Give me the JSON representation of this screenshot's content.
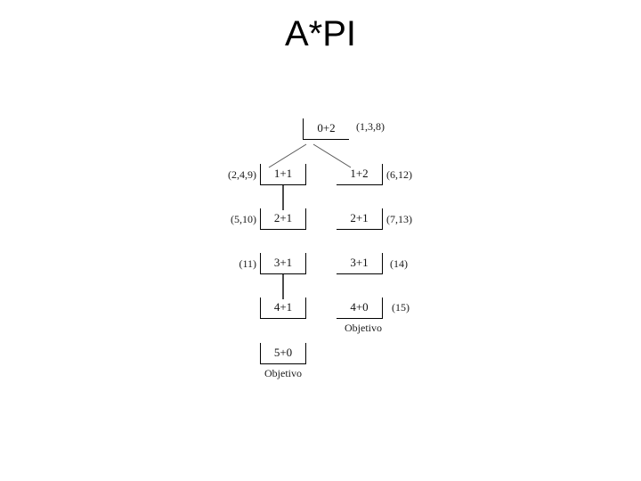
{
  "slide": {
    "title": "A*PI"
  },
  "diagram": {
    "type": "search-tree",
    "goal_label": "Objetivo",
    "nodes": [
      {
        "id": "root",
        "label": "0+2",
        "cost": "(1,3,8)",
        "cost_side": "right",
        "column": "root",
        "goal": false
      },
      {
        "id": "l1",
        "label": "1+1",
        "cost": "(2,4,9)",
        "cost_side": "left",
        "column": "left",
        "goal": false
      },
      {
        "id": "r1",
        "label": "1+2",
        "cost": "(6,12)",
        "cost_side": "right",
        "column": "right",
        "goal": false
      },
      {
        "id": "l2",
        "label": "2+1",
        "cost": "(5,10)",
        "cost_side": "left",
        "column": "left",
        "goal": false
      },
      {
        "id": "r2",
        "label": "2+1",
        "cost": "(7,13)",
        "cost_side": "right",
        "column": "right",
        "goal": false
      },
      {
        "id": "l3",
        "label": "3+1",
        "cost": "(11)",
        "cost_side": "left",
        "column": "left",
        "goal": false
      },
      {
        "id": "r3",
        "label": "3+1",
        "cost": "(14)",
        "cost_side": "right",
        "column": "right",
        "goal": false
      },
      {
        "id": "l4",
        "label": "4+1",
        "cost": "",
        "cost_side": "left",
        "column": "left",
        "goal": false
      },
      {
        "id": "r4",
        "label": "4+0",
        "cost": "(15)",
        "cost_side": "right",
        "column": "right",
        "goal": true
      },
      {
        "id": "l5",
        "label": "5+0",
        "cost": "",
        "cost_side": "left",
        "column": "left",
        "goal": true
      }
    ],
    "edges": [
      {
        "from": "root",
        "to": "l1",
        "style": "diagonal"
      },
      {
        "from": "root",
        "to": "r1",
        "style": "diagonal"
      },
      {
        "from": "l1",
        "to": "l2",
        "style": "vertical"
      },
      {
        "from": "l3",
        "to": "l4",
        "style": "vertical"
      }
    ]
  }
}
